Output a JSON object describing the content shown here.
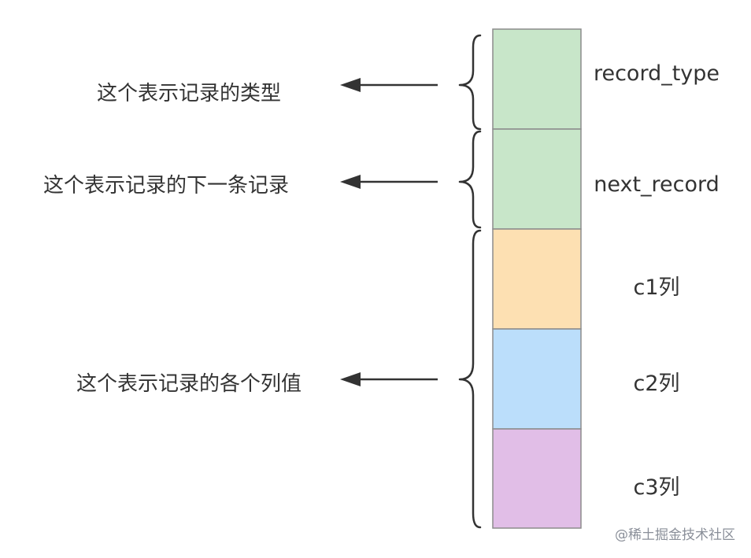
{
  "records": [
    {
      "label": "record_type",
      "color": "#c8e6c9"
    },
    {
      "label": "next_record",
      "color": "#c8e6c9"
    },
    {
      "label": "c1列",
      "color": "#fde0b2"
    },
    {
      "label": "c2列",
      "color": "#bbdefb"
    },
    {
      "label": "c3列",
      "color": "#e1bee7"
    }
  ],
  "annotations": [
    {
      "text": "这个表示记录的类型"
    },
    {
      "text": "这个表示记录的下一条记录"
    },
    {
      "text": "这个表示记录的各个列值"
    }
  ],
  "watermark": "@稀土掘金技术社区"
}
